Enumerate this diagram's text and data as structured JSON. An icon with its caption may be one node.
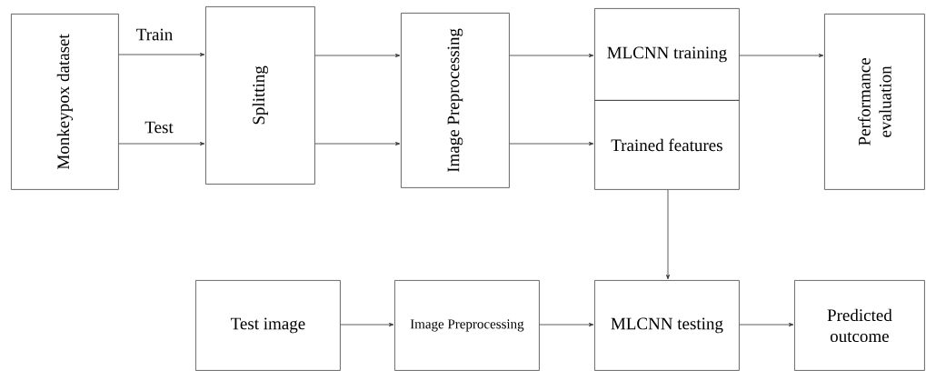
{
  "diagram": {
    "nodes": [
      {
        "text": [
          "Monkeypox dataset"
        ]
      },
      {
        "text": [
          "Splitting"
        ]
      },
      {
        "text": [
          "Image Preprocessing"
        ]
      },
      {
        "text": [
          "MLCNN training"
        ]
      },
      {
        "text": [
          "Trained features"
        ]
      },
      {
        "text": [
          "Performance evaluation"
        ]
      },
      {
        "text": [
          "Test image"
        ]
      },
      {
        "text": [
          "Image Preprocessing"
        ]
      },
      {
        "text": [
          "MLCNN testing"
        ]
      },
      {
        "text": [
          "Predicted outcome"
        ]
      }
    ],
    "edges": [
      {
        "from": 0,
        "to": 1,
        "arrow": "to",
        "label": "Train"
      },
      {
        "from": 0,
        "to": 1,
        "arrow": "to",
        "label": "Test"
      },
      {
        "from": 1,
        "to": 2,
        "arrow": "to"
      },
      {
        "from": 1,
        "to": 2,
        "arrow": "to"
      },
      {
        "from": 2,
        "to": 3,
        "arrow": "to"
      },
      {
        "from": 2,
        "to": 4,
        "arrow": "to"
      },
      {
        "from": 3,
        "to": 5,
        "arrow": "to"
      },
      {
        "from": 4,
        "to": 8,
        "arrow": "to"
      },
      {
        "from": 6,
        "to": 7,
        "arrow": "to"
      },
      {
        "from": 7,
        "to": 8,
        "arrow": "to"
      },
      {
        "from": 8,
        "to": 9,
        "arrow": "to"
      }
    ]
  }
}
